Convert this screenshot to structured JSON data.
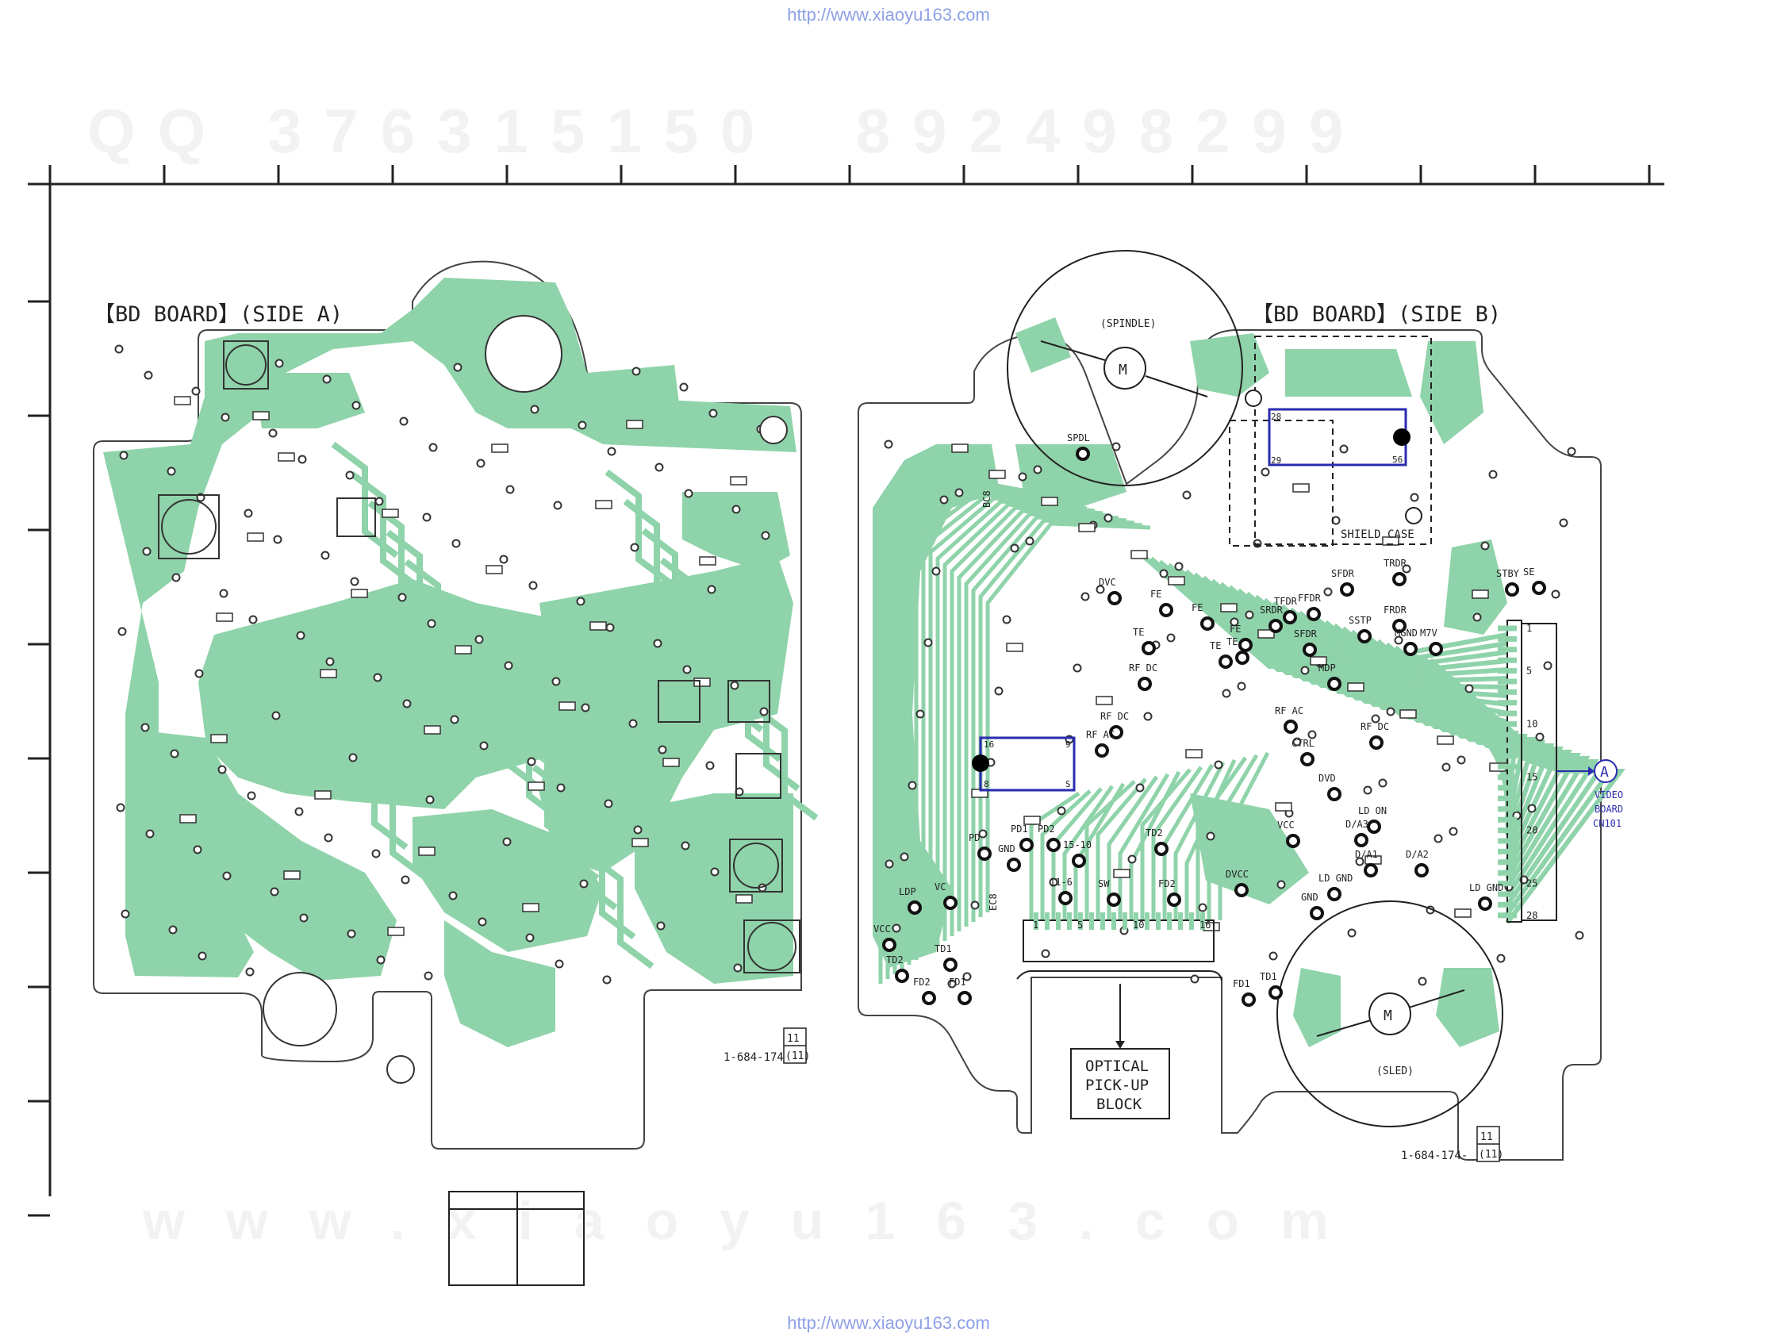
{
  "header_url": "http://www.xiaoyu163.com",
  "footer_url": "http://www.xiaoyu163.com",
  "watermark_top": "QQ 376315150  892498299",
  "watermark_bottom": "www.xiaoyu163.com",
  "colors": {
    "copper": "#8fd3aa",
    "outline": "#333333",
    "ink": "#222222",
    "accent": "#2b2bb0"
  },
  "side_a": {
    "title": "【BD BOARD】(SIDE A)",
    "part_no": "1-684-174-",
    "rev_top": "11",
    "rev_bottom": "(11)"
  },
  "side_b": {
    "title": "【BD BOARD】(SIDE B)",
    "part_no": "1-684-174-",
    "rev_top": "11",
    "rev_bottom": "(11)",
    "spindle": "(SPINDLE)",
    "sled": "(SLED)",
    "motor": "M",
    "shield": "SHIELD CASE",
    "optical": [
      "OPTICAL",
      "PICK-UP",
      "BLOCK"
    ],
    "connector_to": {
      "letter": "A",
      "lines": [
        "VIDEO",
        "BOARD",
        "CN101"
      ]
    },
    "connector_pins": [
      "1",
      "5",
      "10",
      "15",
      "20",
      "25",
      "28"
    ],
    "flex_pins": [
      "1",
      "5",
      "10",
      "16"
    ],
    "ic_pins_top": [
      "28",
      "56"
    ],
    "ic_pins_mid": [
      "29"
    ],
    "ic_small": [
      "16",
      "9",
      "8",
      "S"
    ],
    "vertical_labels": [
      "BC8",
      "EC8"
    ],
    "test_points": [
      "SPDL",
      "DVC",
      "FE",
      "FE",
      "TE",
      "TE",
      "FE",
      "TE",
      "RF DC",
      "RF DC",
      "RF AC",
      "SRDR",
      "SFDR",
      "TRDR",
      "FFDR",
      "TFDR",
      "FRDR",
      "SSTP",
      "SFDR",
      "MGND",
      "M7V",
      "STBY",
      "SE",
      "MDP",
      "RF AC",
      "RF DC",
      "CTRL",
      "DVD",
      "LD ON",
      "D/A3",
      "VCC",
      "D/A1",
      "D/A2",
      "LD GND",
      "LD GND",
      "GND",
      "DVCC",
      "TD2",
      "15-10",
      "SW",
      "FD2",
      "11-6",
      "GND",
      "PD",
      "PD1",
      "PD2",
      "LDP",
      "VC",
      "VCC",
      "TD2",
      "TD1",
      "FD2",
      "FD1",
      "FD1",
      "TD1"
    ]
  }
}
